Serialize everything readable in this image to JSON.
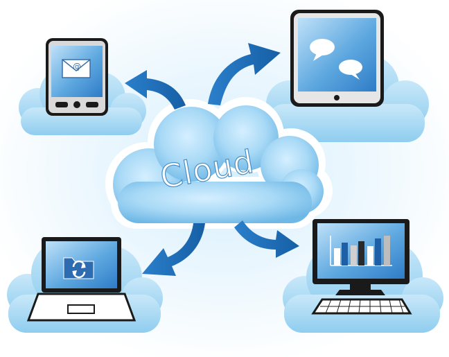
{
  "diagram": {
    "center_label": "Cloud",
    "devices": [
      {
        "id": "smartphone",
        "icon": "email-icon"
      },
      {
        "id": "tablet",
        "icon": "chat-bubbles-icon"
      },
      {
        "id": "laptop",
        "icon": "sync-folder-icon"
      },
      {
        "id": "desktop-monitor",
        "icon": "bar-chart-icon"
      }
    ],
    "mail_symbol": "@",
    "arrow_count": 4
  },
  "colors": {
    "cloud_light": "#bfe3f7",
    "cloud_mid": "#8ecbee",
    "cloud_edge": "#ffffff",
    "arrow_blue": "#1e6fb8",
    "device_black": "#1a1a1a",
    "screen_blue": "#3f8fd2",
    "screen_light": "#a9d6f5"
  }
}
